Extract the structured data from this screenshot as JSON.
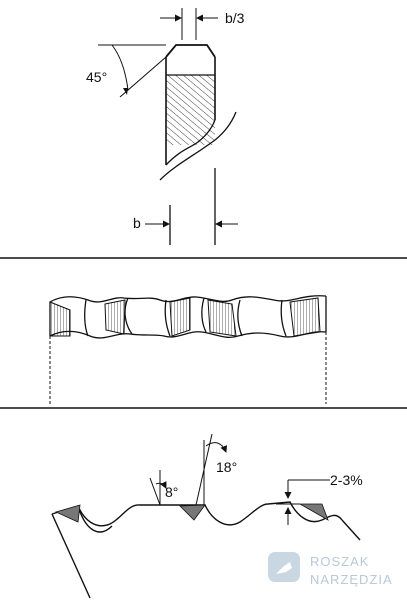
{
  "panel_top": {
    "label_tooth_top_width": "b/3",
    "label_bevel_angle": "45°",
    "label_tooth_width": "b"
  },
  "panel_bottom": {
    "label_hook_angle": "8°",
    "label_clearance_angle": "18°",
    "label_set_height": "2-3%"
  },
  "watermark": {
    "line1": "ROSZAK",
    "line2": "NARZĘDZIA"
  },
  "colors": {
    "line": "#111111",
    "watermark": "#b9c9d6"
  }
}
